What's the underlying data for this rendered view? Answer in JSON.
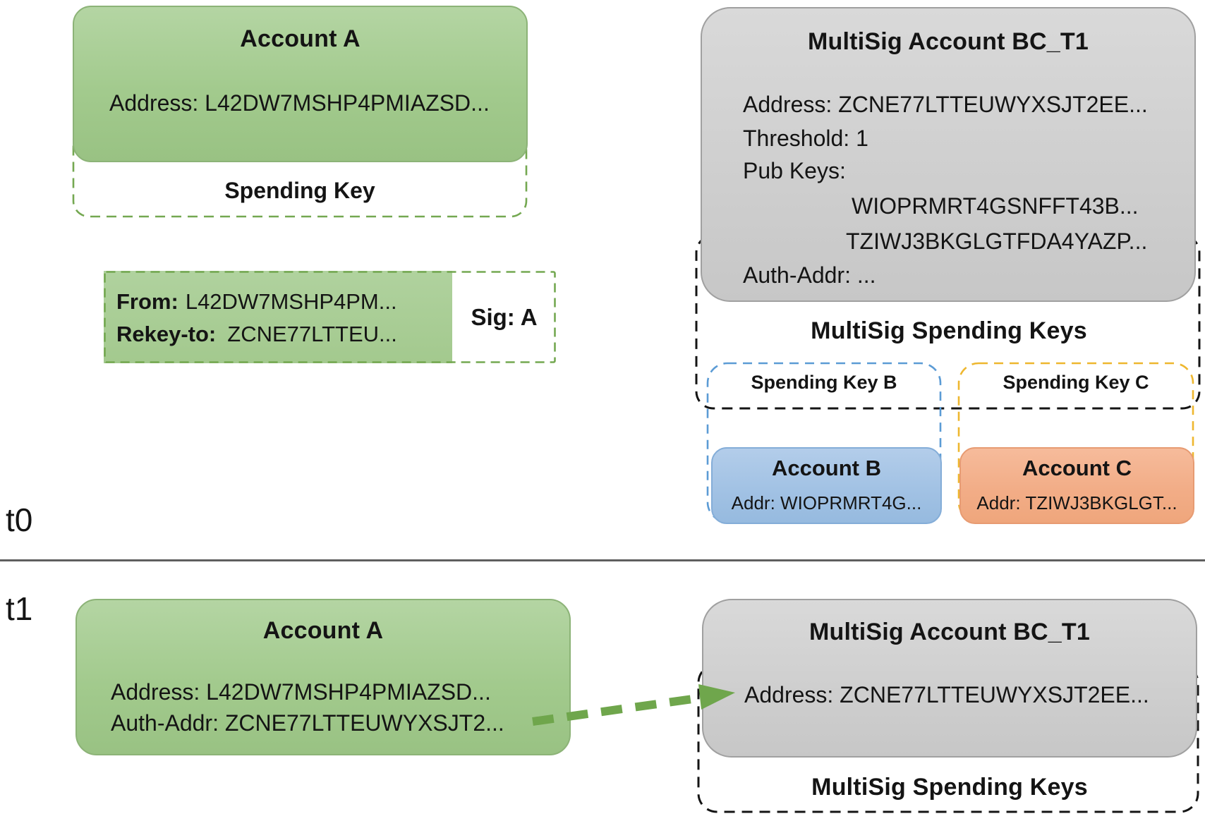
{
  "t0": {
    "label": "t0",
    "account_a": {
      "title": "Account A",
      "address": "Address: L42DW7MSHP4PMIAZSD..."
    },
    "spending_key_label": "Spending Key",
    "rekey_tx": {
      "from_label": "From:",
      "from_value": "L42DW7MSHP4PM...",
      "rekey_label": "Rekey-to:",
      "rekey_value": "ZCNE77LTTEU...",
      "sig": "Sig: A"
    },
    "multisig": {
      "title": "MultiSig Account BC_T1",
      "address": "Address: ZCNE77LTTEUWYXSJT2EE...",
      "threshold": "Threshold: 1",
      "pub_keys_label": "Pub Keys:",
      "pub_key_1": "WIOPRMRT4GSNFFT43B...",
      "pub_key_2": "TZIWJ3BKGLGTFDA4YAZP...",
      "auth_addr": "Auth-Addr: ..."
    },
    "multisig_spending_keys_label": "MultiSig Spending Keys",
    "spending_key_b_label": "Spending Key B",
    "spending_key_c_label": "Spending Key C",
    "account_b": {
      "title": "Account B",
      "addr": "Addr: WIOPRMRT4G..."
    },
    "account_c": {
      "title": "Account C",
      "addr": "Addr: TZIWJ3BKGLGT..."
    }
  },
  "t1": {
    "label": "t1",
    "account_a": {
      "title": "Account A",
      "address": "Address: L42DW7MSHP4PMIAZSD...",
      "auth_addr": "Auth-Addr: ZCNE77LTTEUWYXSJT2..."
    },
    "multisig": {
      "title": "MultiSig Account BC_T1",
      "address": "Address: ZCNE77LTTEUWYXSJT2EE..."
    },
    "multisig_spending_keys_label": "MultiSig Spending Keys"
  },
  "colors": {
    "account_green": "#a6cc92",
    "multisig_gray": "#cfcfcf",
    "account_b_blue": "#a9c8e8",
    "account_c_orange": "#f3b091",
    "dashed_green": "#74a851",
    "dashed_blue": "#5b9bd5",
    "dashed_yellow": "#eeb72f",
    "dashed_black": "#141414",
    "arrow_green": "#6fa64c",
    "divider_gray": "#5f5f5f"
  }
}
